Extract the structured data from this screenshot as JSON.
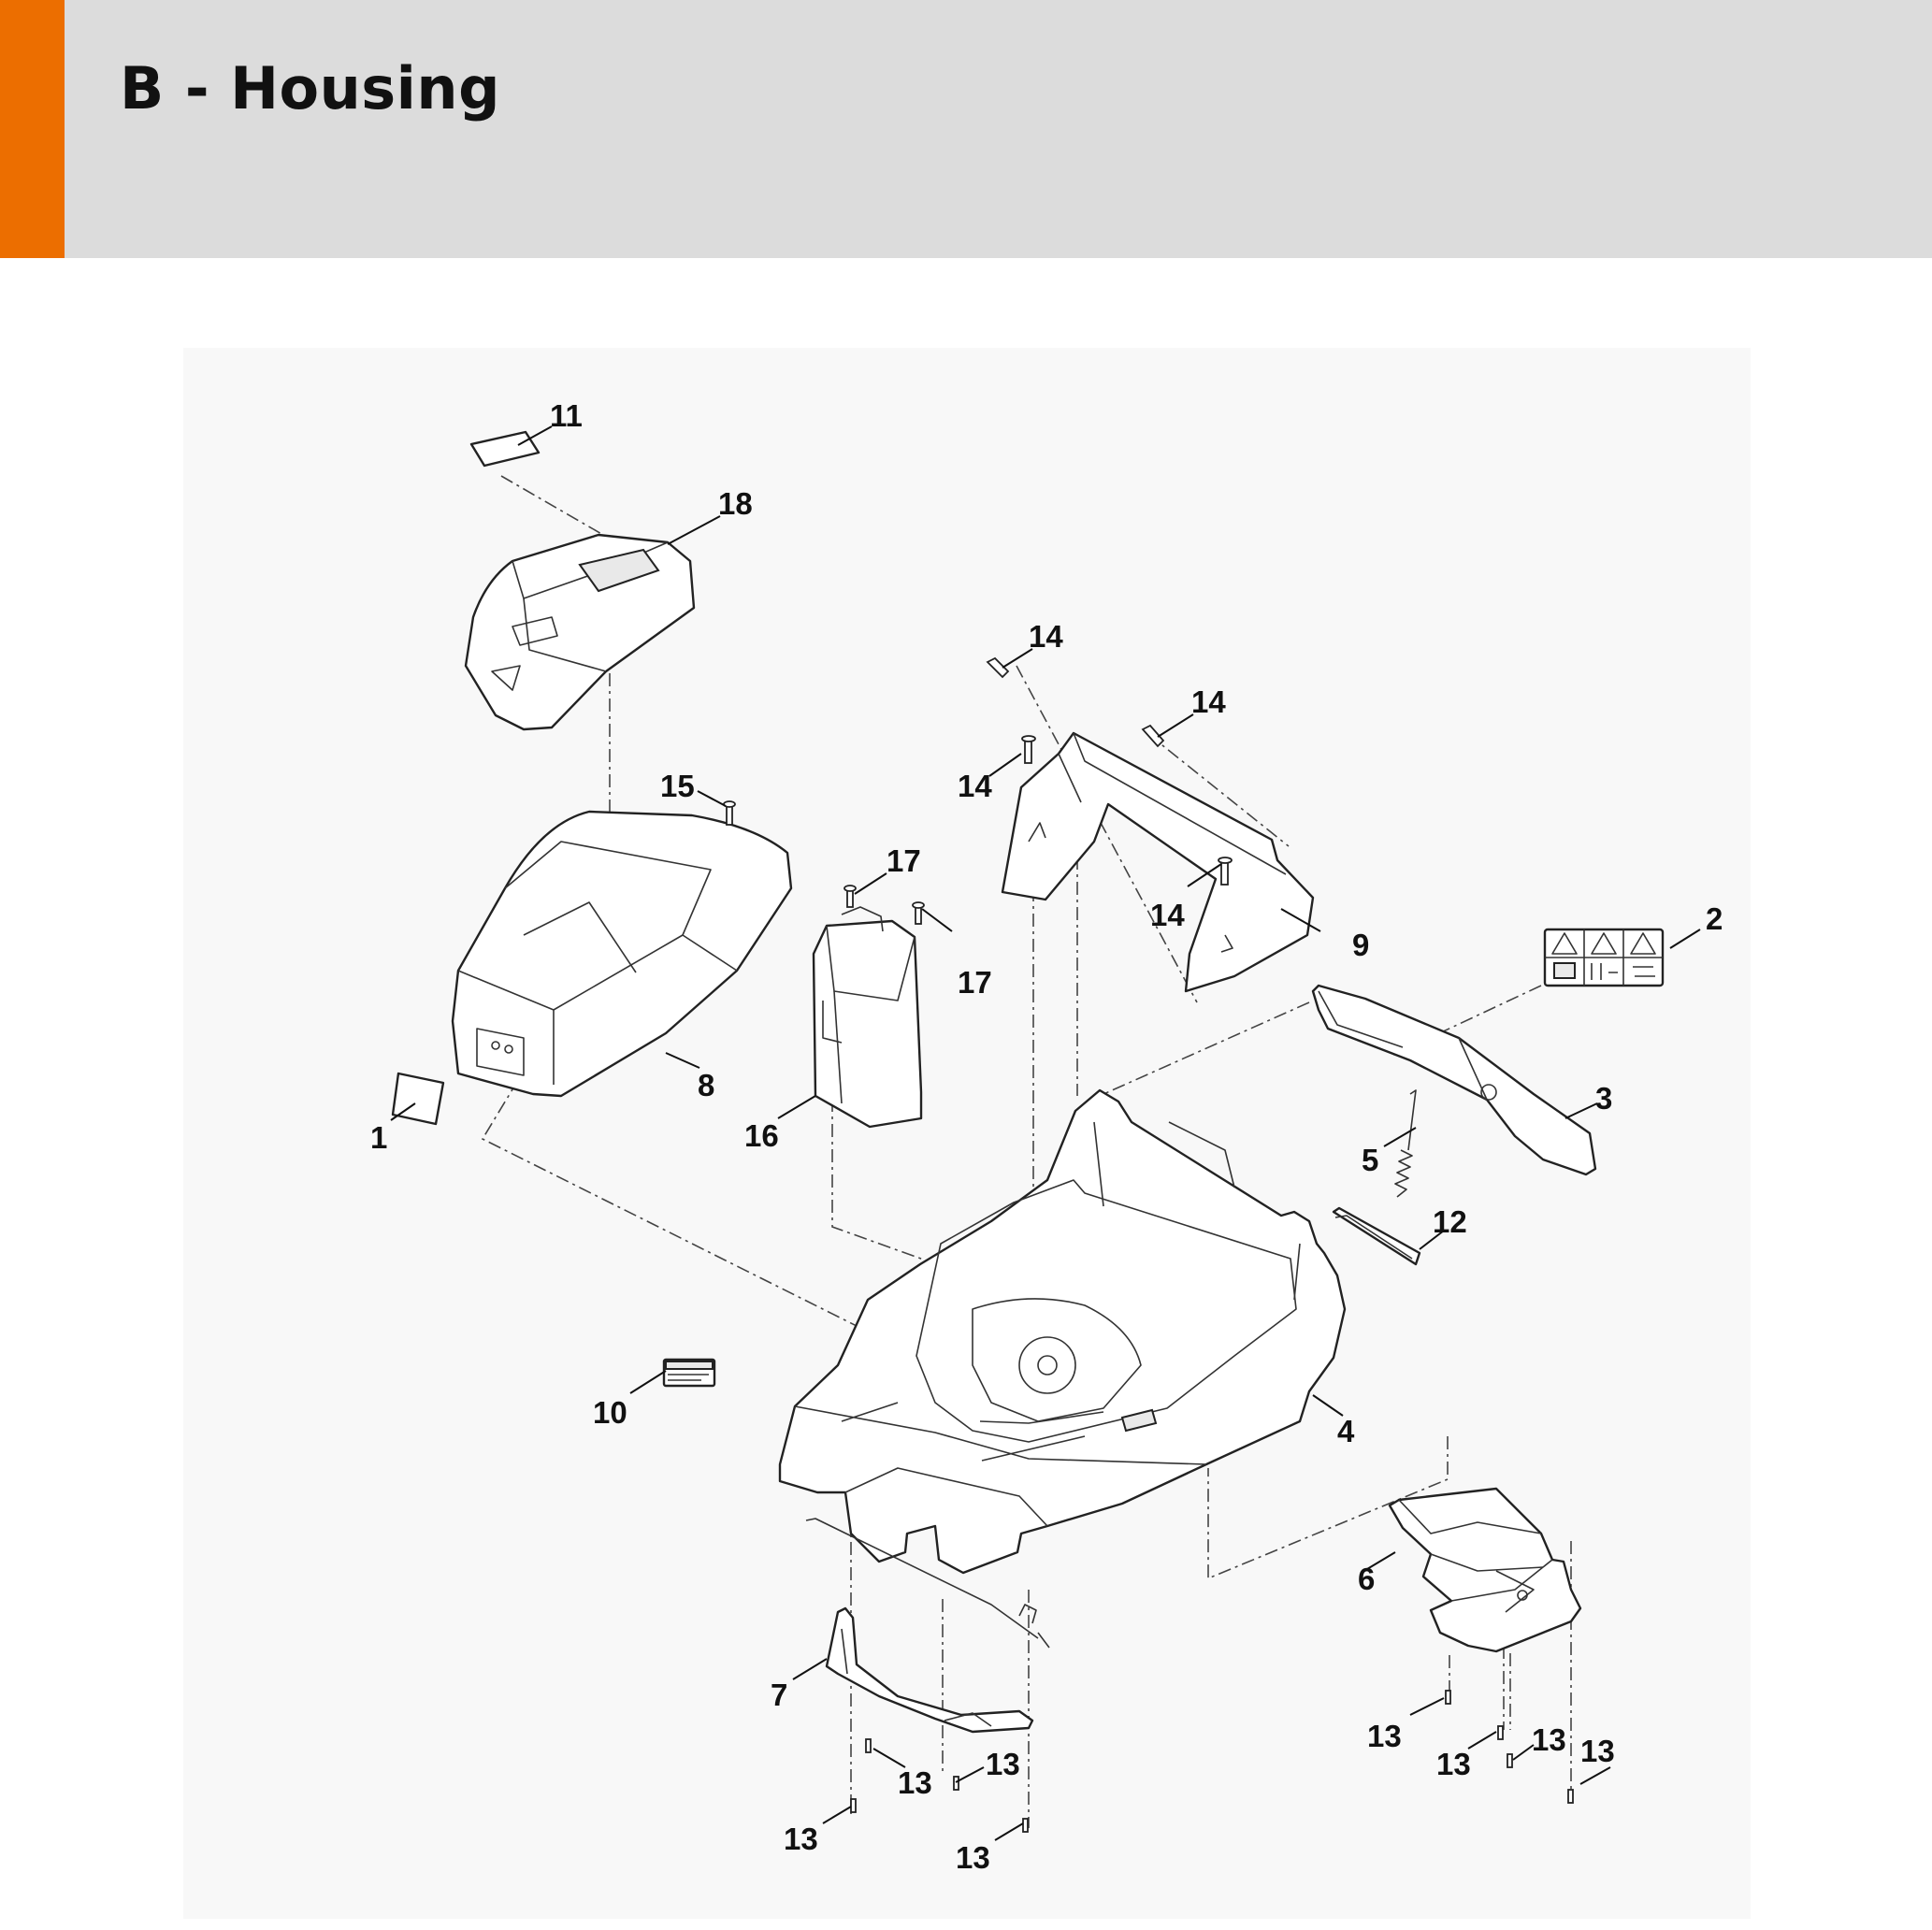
{
  "header": {
    "title": "B - Housing",
    "accent_color": "#ec6e00",
    "background": "#dcdcdc"
  },
  "callouts": [
    {
      "id": "c11",
      "label": "11"
    },
    {
      "id": "c18",
      "label": "18"
    },
    {
      "id": "c14a",
      "label": "14"
    },
    {
      "id": "c14b",
      "label": "14"
    },
    {
      "id": "c14c",
      "label": "14"
    },
    {
      "id": "c14d",
      "label": "14"
    },
    {
      "id": "c15",
      "label": "15"
    },
    {
      "id": "c17a",
      "label": "17"
    },
    {
      "id": "c17b",
      "label": "17"
    },
    {
      "id": "c9",
      "label": "9"
    },
    {
      "id": "c2",
      "label": "2"
    },
    {
      "id": "c8",
      "label": "8"
    },
    {
      "id": "c1",
      "label": "1"
    },
    {
      "id": "c16",
      "label": "16"
    },
    {
      "id": "c3",
      "label": "3"
    },
    {
      "id": "c5",
      "label": "5"
    },
    {
      "id": "c12",
      "label": "12"
    },
    {
      "id": "c10",
      "label": "10"
    },
    {
      "id": "c4",
      "label": "4"
    },
    {
      "id": "c6",
      "label": "6"
    },
    {
      "id": "c7",
      "label": "7"
    },
    {
      "id": "c13a",
      "label": "13"
    },
    {
      "id": "c13b",
      "label": "13"
    },
    {
      "id": "c13c",
      "label": "13"
    },
    {
      "id": "c13d",
      "label": "13"
    },
    {
      "id": "c13e",
      "label": "13"
    },
    {
      "id": "c13f",
      "label": "13"
    },
    {
      "id": "c13g",
      "label": "13"
    },
    {
      "id": "c13h",
      "label": "13"
    }
  ]
}
